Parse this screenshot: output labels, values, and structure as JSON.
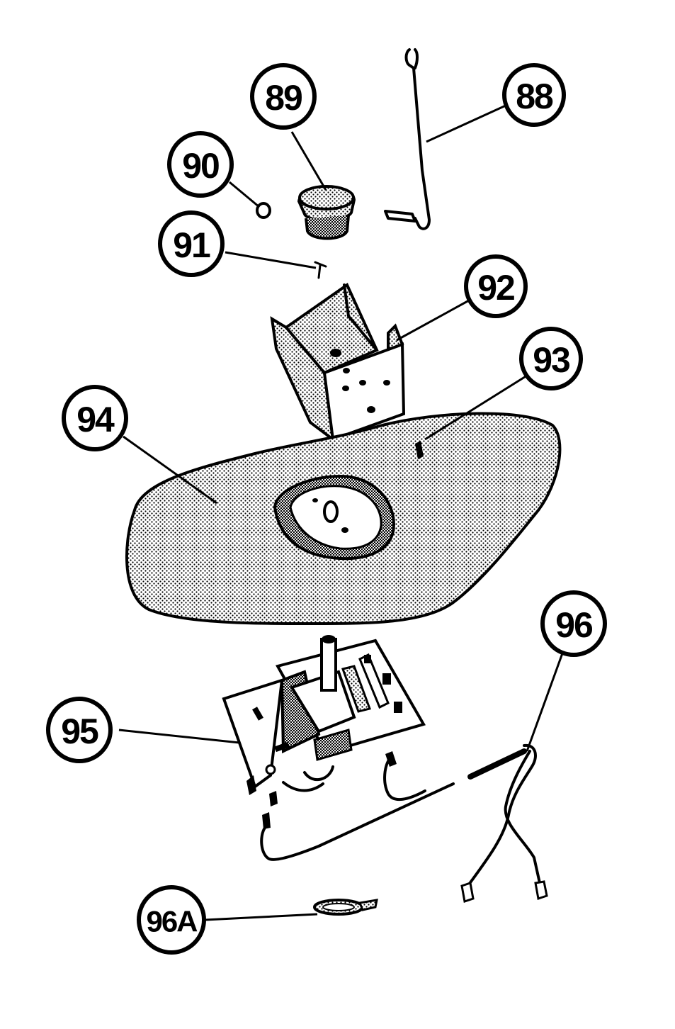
{
  "callouts": {
    "c88": "88",
    "c89": "89",
    "c90": "90",
    "c91": "91",
    "c92": "92",
    "c93": "93",
    "c94": "94",
    "c95": "95",
    "c96": "96",
    "c96a": "96A"
  },
  "colors": {
    "ink": "#000000",
    "paper": "#ffffff",
    "stipple": "#9a9a9a"
  }
}
